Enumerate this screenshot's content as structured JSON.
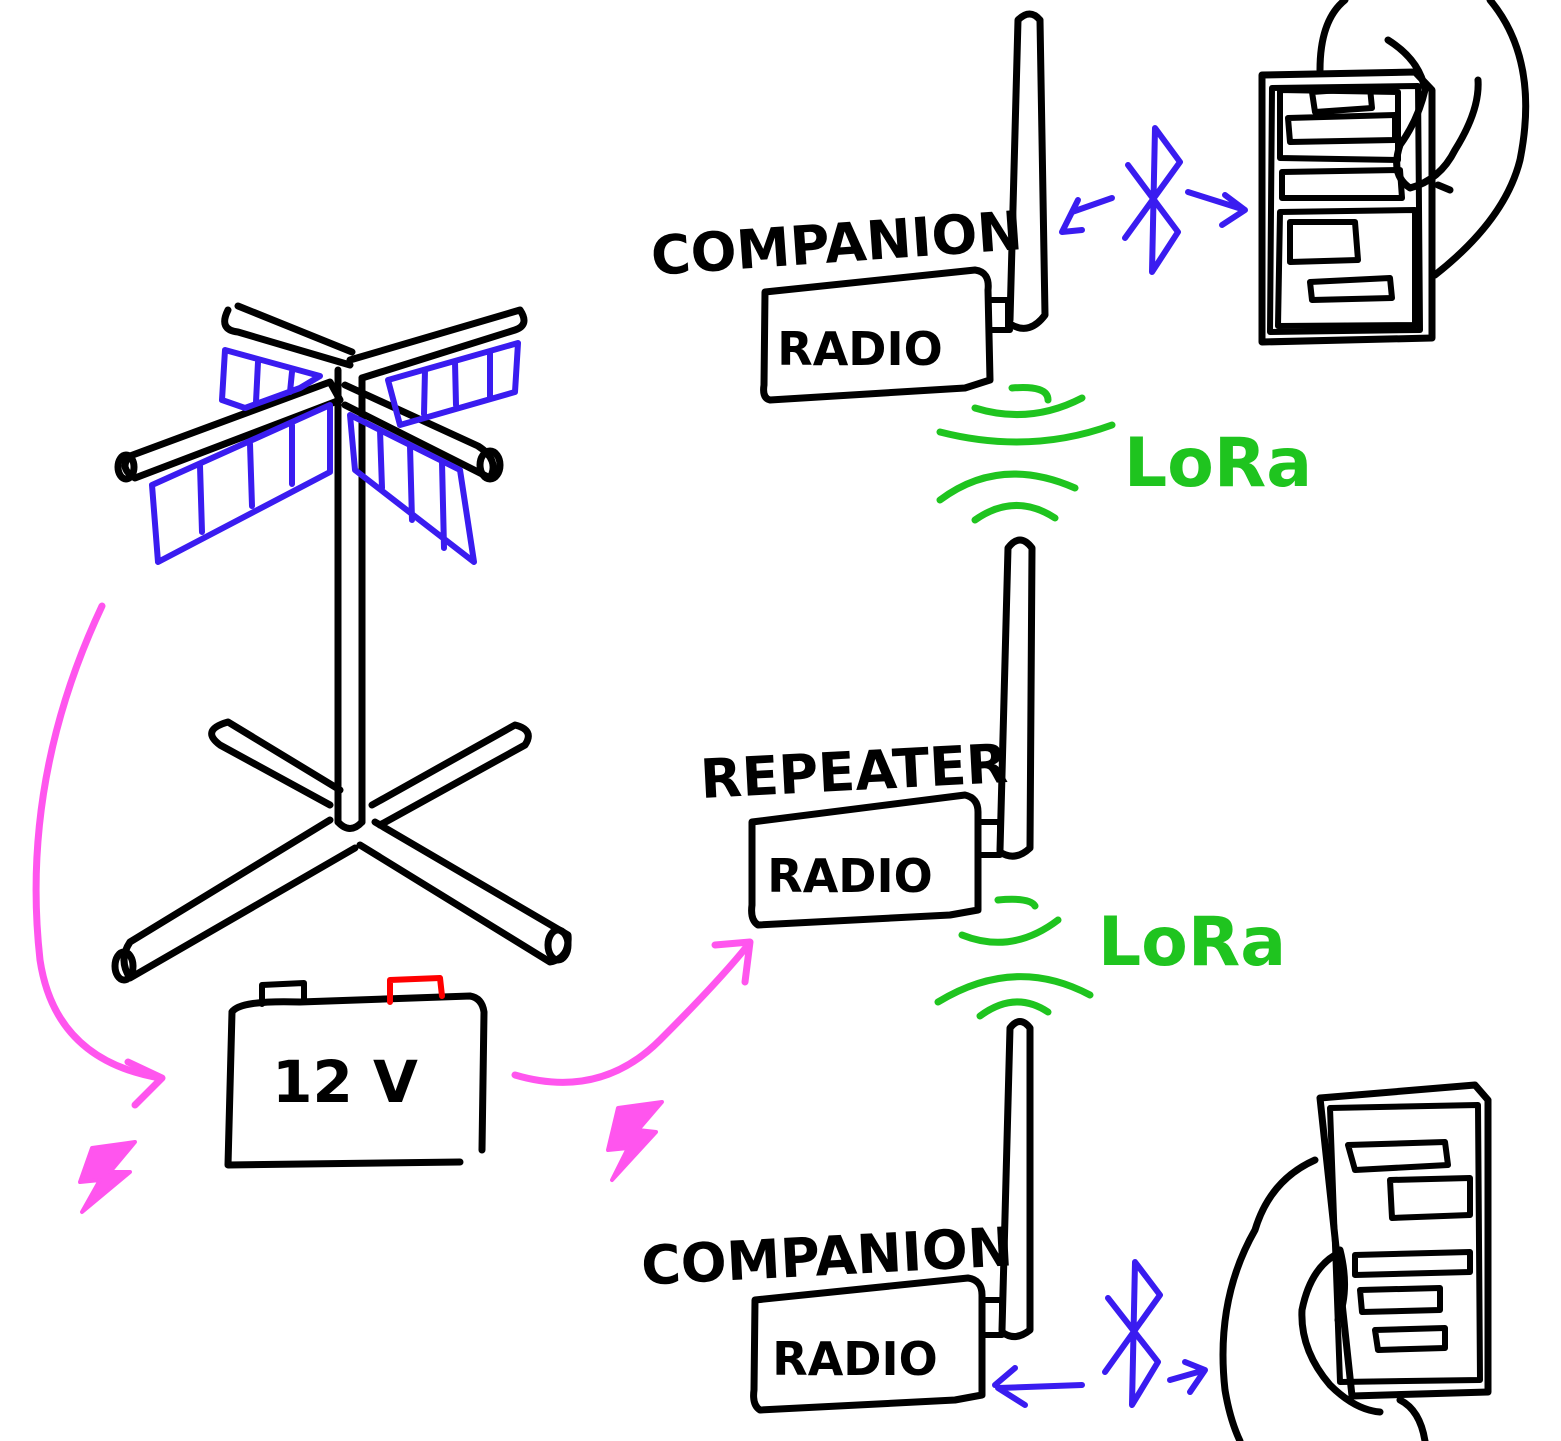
{
  "labels": {
    "companion_top": "COMPANION",
    "radio_top": "RADIO",
    "lora_top": "LoRa",
    "repeater": "REPEATER",
    "radio_middle": "RADIO",
    "lora_bottom": "LoRa",
    "companion_bottom": "COMPANION",
    "radio_bottom": "RADIO",
    "battery": "12 V"
  },
  "colors": {
    "ink": "#000000",
    "bluetooth": "#3a1cf0",
    "lora": "#1fc41f",
    "power": "#ff55ee",
    "battery_terminal": "#ff0000"
  }
}
